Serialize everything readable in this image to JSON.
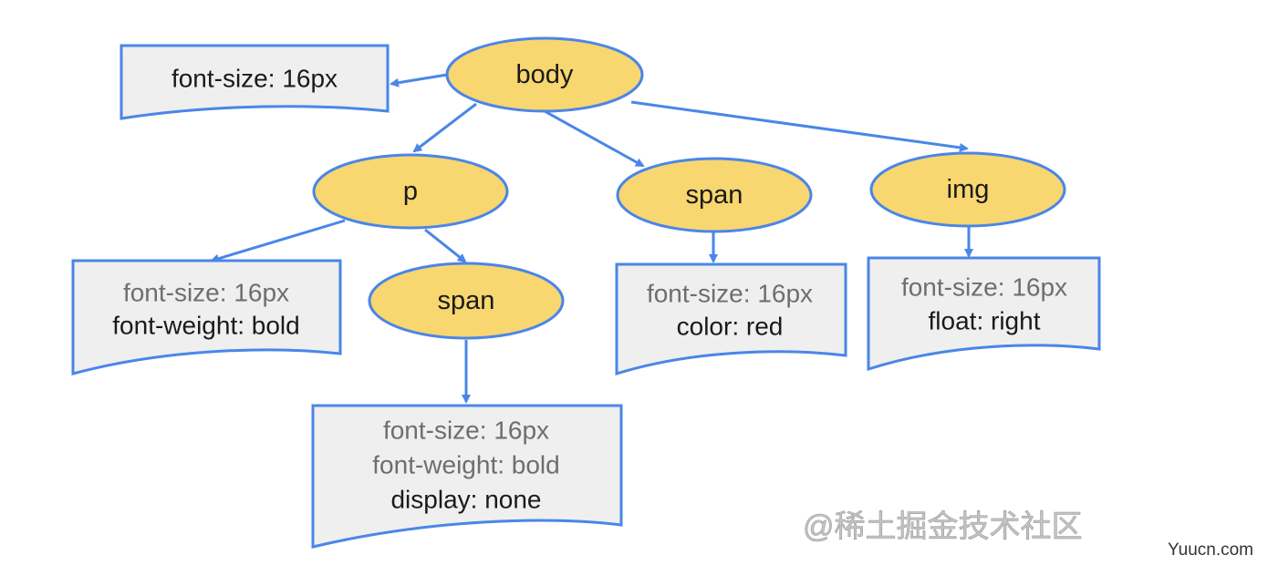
{
  "colors": {
    "node_fill": "#F8D670",
    "node_stroke": "#4A86E8",
    "doc_fill": "#EFEFEF",
    "doc_stroke": "#4A86E8",
    "arrow": "#4A86E8",
    "inherited_text": "#6E6E6E",
    "own_text": "#1A1A1A"
  },
  "nodes": {
    "body": {
      "label": "body"
    },
    "p": {
      "label": "p"
    },
    "span_body": {
      "label": "span"
    },
    "img": {
      "label": "img"
    },
    "span_p": {
      "label": "span"
    }
  },
  "style_boxes": {
    "body": {
      "lines": [
        "font-size: 16px"
      ],
      "inherited": [
        false
      ]
    },
    "p": {
      "lines": [
        "font-size: 16px",
        "font-weight: bold"
      ],
      "inherited": [
        true,
        false
      ]
    },
    "span_body": {
      "lines": [
        "font-size: 16px",
        "color: red"
      ],
      "inherited": [
        true,
        false
      ]
    },
    "img": {
      "lines": [
        "font-size: 16px",
        "float: right"
      ],
      "inherited": [
        true,
        false
      ]
    },
    "span_p": {
      "lines": [
        "font-size: 16px",
        "font-weight: bold",
        "display: none"
      ],
      "inherited": [
        true,
        true,
        false
      ]
    }
  },
  "edges": [
    {
      "from": "body",
      "to": "body-style"
    },
    {
      "from": "body",
      "to": "p"
    },
    {
      "from": "body",
      "to": "span_body"
    },
    {
      "from": "body",
      "to": "img"
    },
    {
      "from": "p",
      "to": "p-style"
    },
    {
      "from": "p",
      "to": "span_p"
    },
    {
      "from": "span_p",
      "to": "span_p-style"
    },
    {
      "from": "span_body",
      "to": "span_body-style"
    },
    {
      "from": "img",
      "to": "img-style"
    }
  ],
  "watermark": "@稀土掘金技术社区",
  "site_label": "Yuucn.com"
}
